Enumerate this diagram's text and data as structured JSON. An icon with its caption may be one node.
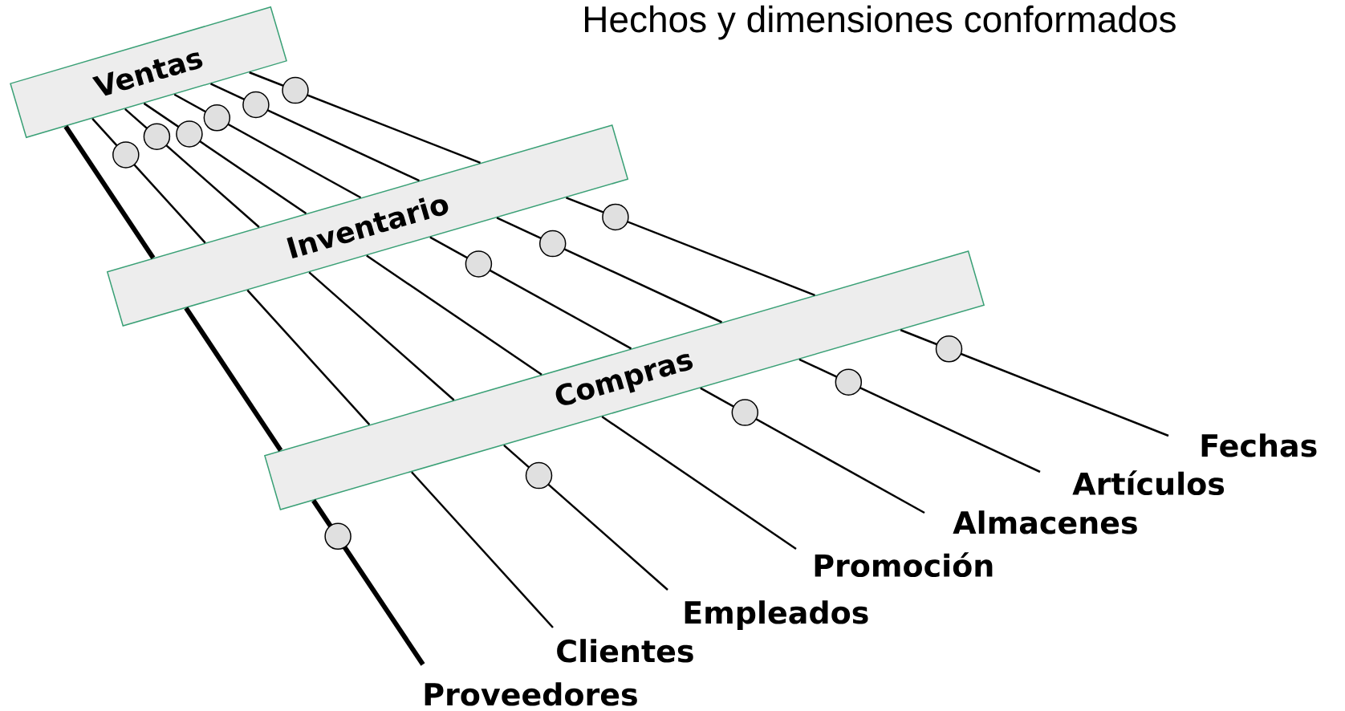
{
  "diagram": {
    "title": "Hechos y dimensiones conformados",
    "nodes": [
      {
        "text": [
          "Ventas"
        ]
      },
      {
        "text": [
          "Inventario"
        ]
      },
      {
        "text": [
          "Compras"
        ]
      },
      {
        "text": [
          "Proveedores"
        ]
      },
      {
        "text": [
          "Clientes"
        ]
      },
      {
        "text": [
          "Empleados"
        ]
      },
      {
        "text": [
          "Promoción"
        ]
      },
      {
        "text": [
          "Almacenes"
        ]
      },
      {
        "text": [
          "Artículos"
        ]
      },
      {
        "text": [
          "Fechas"
        ]
      }
    ],
    "edges": [
      {
        "from": 0,
        "to": 1,
        "arrow": "none",
        "style": "thick"
      },
      {
        "from": 0,
        "to": 1,
        "arrow": "none"
      },
      {
        "from": 0,
        "to": 1,
        "arrow": "none"
      },
      {
        "from": 0,
        "to": 1,
        "arrow": "none"
      },
      {
        "from": 0,
        "to": 1,
        "arrow": "none"
      },
      {
        "from": 0,
        "to": 1,
        "arrow": "none"
      },
      {
        "from": 0,
        "to": 1,
        "arrow": "none"
      },
      {
        "from": 1,
        "to": 2,
        "arrow": "none",
        "style": "thick"
      },
      {
        "from": 1,
        "to": 2,
        "arrow": "none"
      },
      {
        "from": 1,
        "to": 2,
        "arrow": "none"
      },
      {
        "from": 1,
        "to": 2,
        "arrow": "none"
      },
      {
        "from": 1,
        "to": 2,
        "arrow": "none"
      },
      {
        "from": 1,
        "to": 2,
        "arrow": "none"
      },
      {
        "from": 1,
        "to": 2,
        "arrow": "none"
      },
      {
        "from": 2,
        "to": 3,
        "arrow": "none",
        "style": "thick"
      },
      {
        "from": 2,
        "to": 4,
        "arrow": "none"
      },
      {
        "from": 2,
        "to": 5,
        "arrow": "none"
      },
      {
        "from": 2,
        "to": 6,
        "arrow": "none"
      },
      {
        "from": 2,
        "to": 7,
        "arrow": "none"
      },
      {
        "from": 2,
        "to": 8,
        "arrow": "none"
      },
      {
        "from": 2,
        "to": 9,
        "arrow": "none"
      }
    ]
  }
}
